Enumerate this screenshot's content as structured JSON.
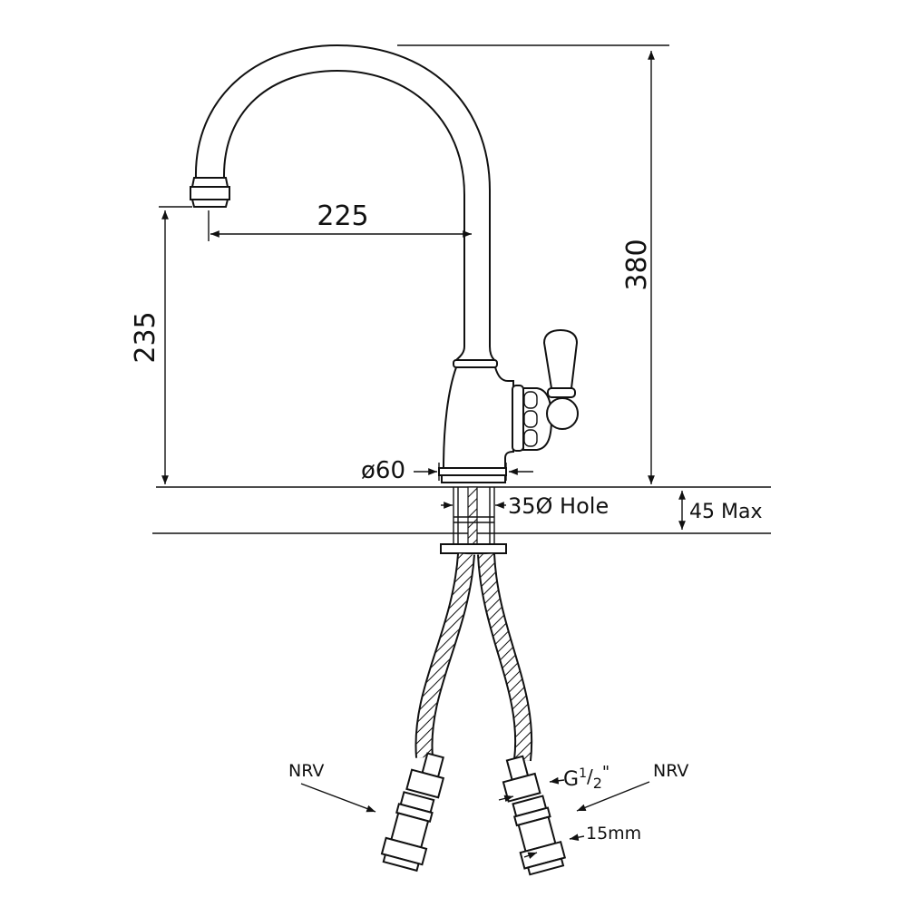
{
  "diagram": {
    "title": "Kitchen mixer tap dimension drawing",
    "colors": {
      "line": "#111111",
      "background": "#ffffff"
    },
    "dimensions": {
      "total_height": "380",
      "spout_height": "235",
      "spout_reach": "225",
      "base_diameter": "ø60",
      "hole": "35Ø Hole",
      "counter_thickness": "45 Max"
    },
    "connectors": {
      "left_label": "NRV",
      "right_label": "NRV",
      "thread_main": "G",
      "thread_sup": "1",
      "thread_slash": "/",
      "thread_sub": "2",
      "thread_quote": "\"",
      "pipe_size": "15mm"
    }
  }
}
